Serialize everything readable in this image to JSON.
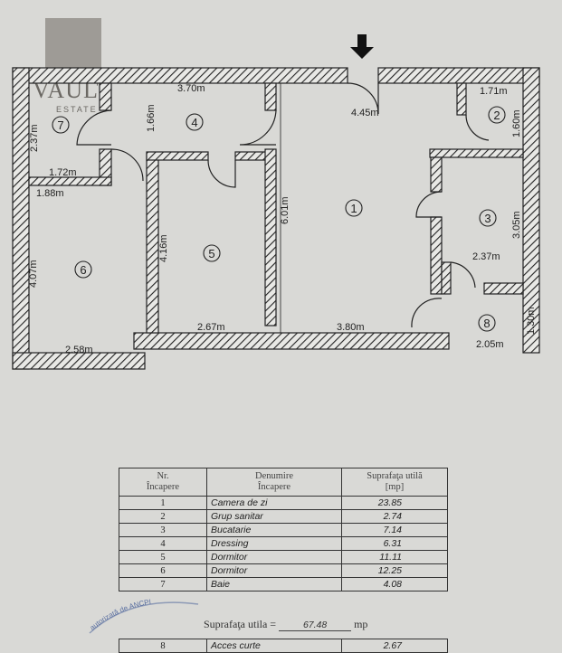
{
  "logo": {
    "name": "VAULT",
    "sub": "ESTATE"
  },
  "plan": {
    "rooms": [
      "1",
      "2",
      "3",
      "4",
      "5",
      "6",
      "7",
      "8"
    ],
    "dimensions": {
      "d370": "3.70m",
      "d445": "4.45m",
      "d171": "1.71m",
      "d160": "1.60m",
      "d237v": "2.37m",
      "d166": "1.66m",
      "d172": "1.72m",
      "d188": "1.88m",
      "d601": "6.01m",
      "d305": "3.05m",
      "d237h": "2.37m",
      "d416": "4.16m",
      "d407": "4.07m",
      "d267": "2.67m",
      "d380": "3.80m",
      "d258": "2.58m",
      "d205": "2.05m",
      "d130": "1.30m"
    }
  },
  "table": {
    "headers": [
      "Nr.\nÎncapere",
      "Denumire\nÎncapere",
      "Suprafaţa utilă\n[mp]"
    ],
    "rows": [
      {
        "nr": "1",
        "name": "Camera de zi",
        "area": "23.85"
      },
      {
        "nr": "2",
        "name": "Grup sanitar",
        "area": "2.74"
      },
      {
        "nr": "3",
        "name": "Bucatarie",
        "area": "7.14"
      },
      {
        "nr": "4",
        "name": "Dressing",
        "area": "6.31"
      },
      {
        "nr": "5",
        "name": "Dormitor",
        "area": "11.11"
      },
      {
        "nr": "6",
        "name": "Dormitor",
        "area": "12.25"
      },
      {
        "nr": "7",
        "name": "Baie",
        "area": "4.08"
      }
    ],
    "total_label": "Suprafaţa utila =",
    "total_value": "67.48",
    "total_unit": "mp",
    "extra": {
      "nr": "8",
      "name": "Acces curte",
      "area": "2.67"
    }
  },
  "stamp_text": "autorizată de ANCPI"
}
